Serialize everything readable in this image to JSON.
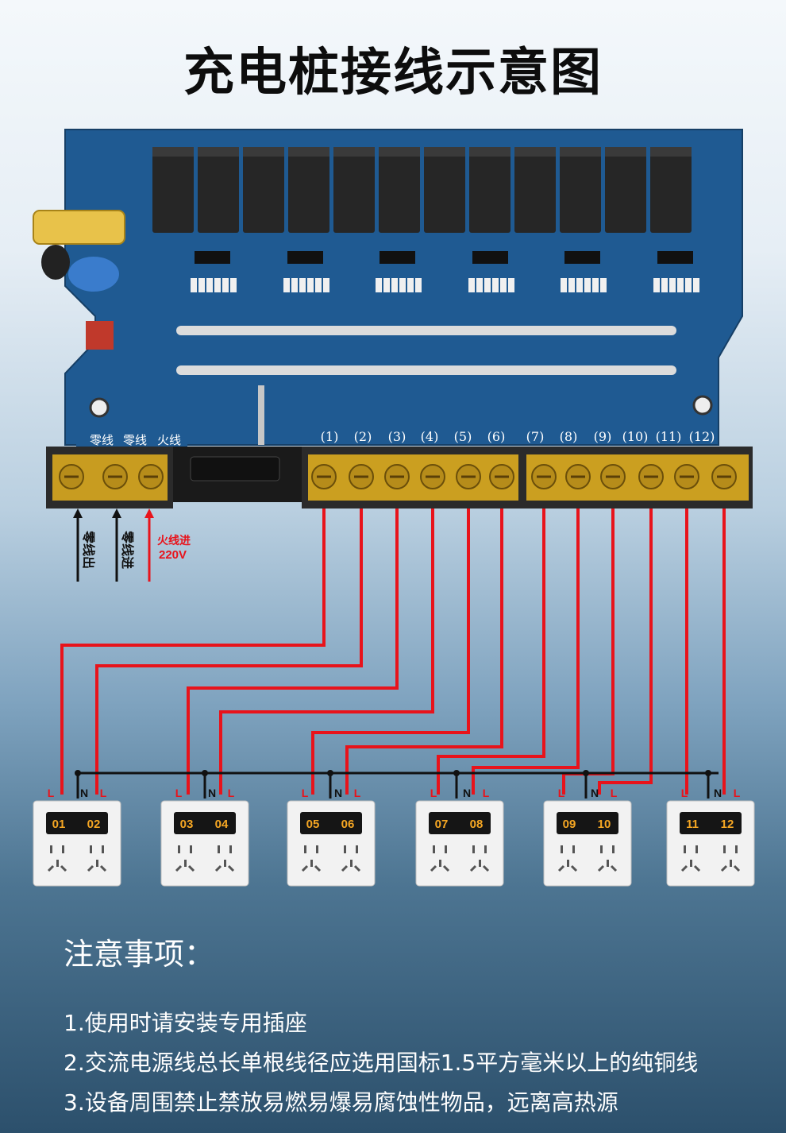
{
  "title": "充电桩接线示意图",
  "board_labels": {
    "neutral_a": "零线",
    "neutral_b": "零线",
    "live": "火线"
  },
  "terminal_labels": [
    "(1)",
    "(2)",
    "(3)",
    "(4)",
    "(5)",
    "(6)",
    "(7)",
    "(8)",
    "(9)",
    "(10)",
    "(11)",
    "(12)"
  ],
  "inputs": {
    "neutral_out": "零线出",
    "neutral_in": "零线进",
    "live_in": "火线进",
    "live_voltage": "220V"
  },
  "sockets": [
    {
      "left": "01",
      "right": "02",
      "l1": "L",
      "n": "N",
      "l2": "L"
    },
    {
      "left": "03",
      "right": "04",
      "l1": "L",
      "n": "N",
      "l2": "L"
    },
    {
      "left": "05",
      "right": "06",
      "l1": "L",
      "n": "N",
      "l2": "L"
    },
    {
      "left": "07",
      "right": "08",
      "l1": "L",
      "n": "N",
      "l2": "L"
    },
    {
      "left": "09",
      "right": "10",
      "l1": "L",
      "n": "N",
      "l2": "L"
    },
    {
      "left": "11",
      "right": "12",
      "l1": "L",
      "n": "N",
      "l2": "L"
    }
  ],
  "notes": {
    "title": "注意事项：",
    "items": [
      "1.使用时请安装专用插座",
      "2.交流电源线总长单根线径应选用国标1.5平方毫米以上的纯铜线",
      "3.设备周围禁止禁放易燃易爆易腐蚀性物品，远离高热源"
    ]
  },
  "colors": {
    "wire": "#e8131b",
    "board": "#1f5a92",
    "terminal": "#d9a91f"
  }
}
